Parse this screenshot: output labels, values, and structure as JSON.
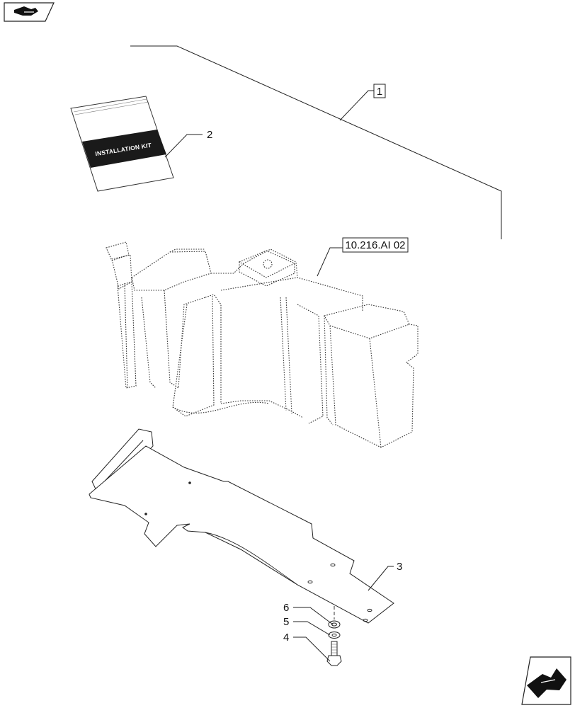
{
  "callouts": {
    "c1": "1",
    "c2": "2",
    "c3": "3",
    "c4": "4",
    "c5": "5",
    "c6": "6",
    "ref": "10.216.AI 02"
  },
  "kit_label": "INSTALLATION KIT",
  "icons": {
    "top_left": "back-arrow-icon",
    "bottom_right": "next-arrow-icon"
  }
}
